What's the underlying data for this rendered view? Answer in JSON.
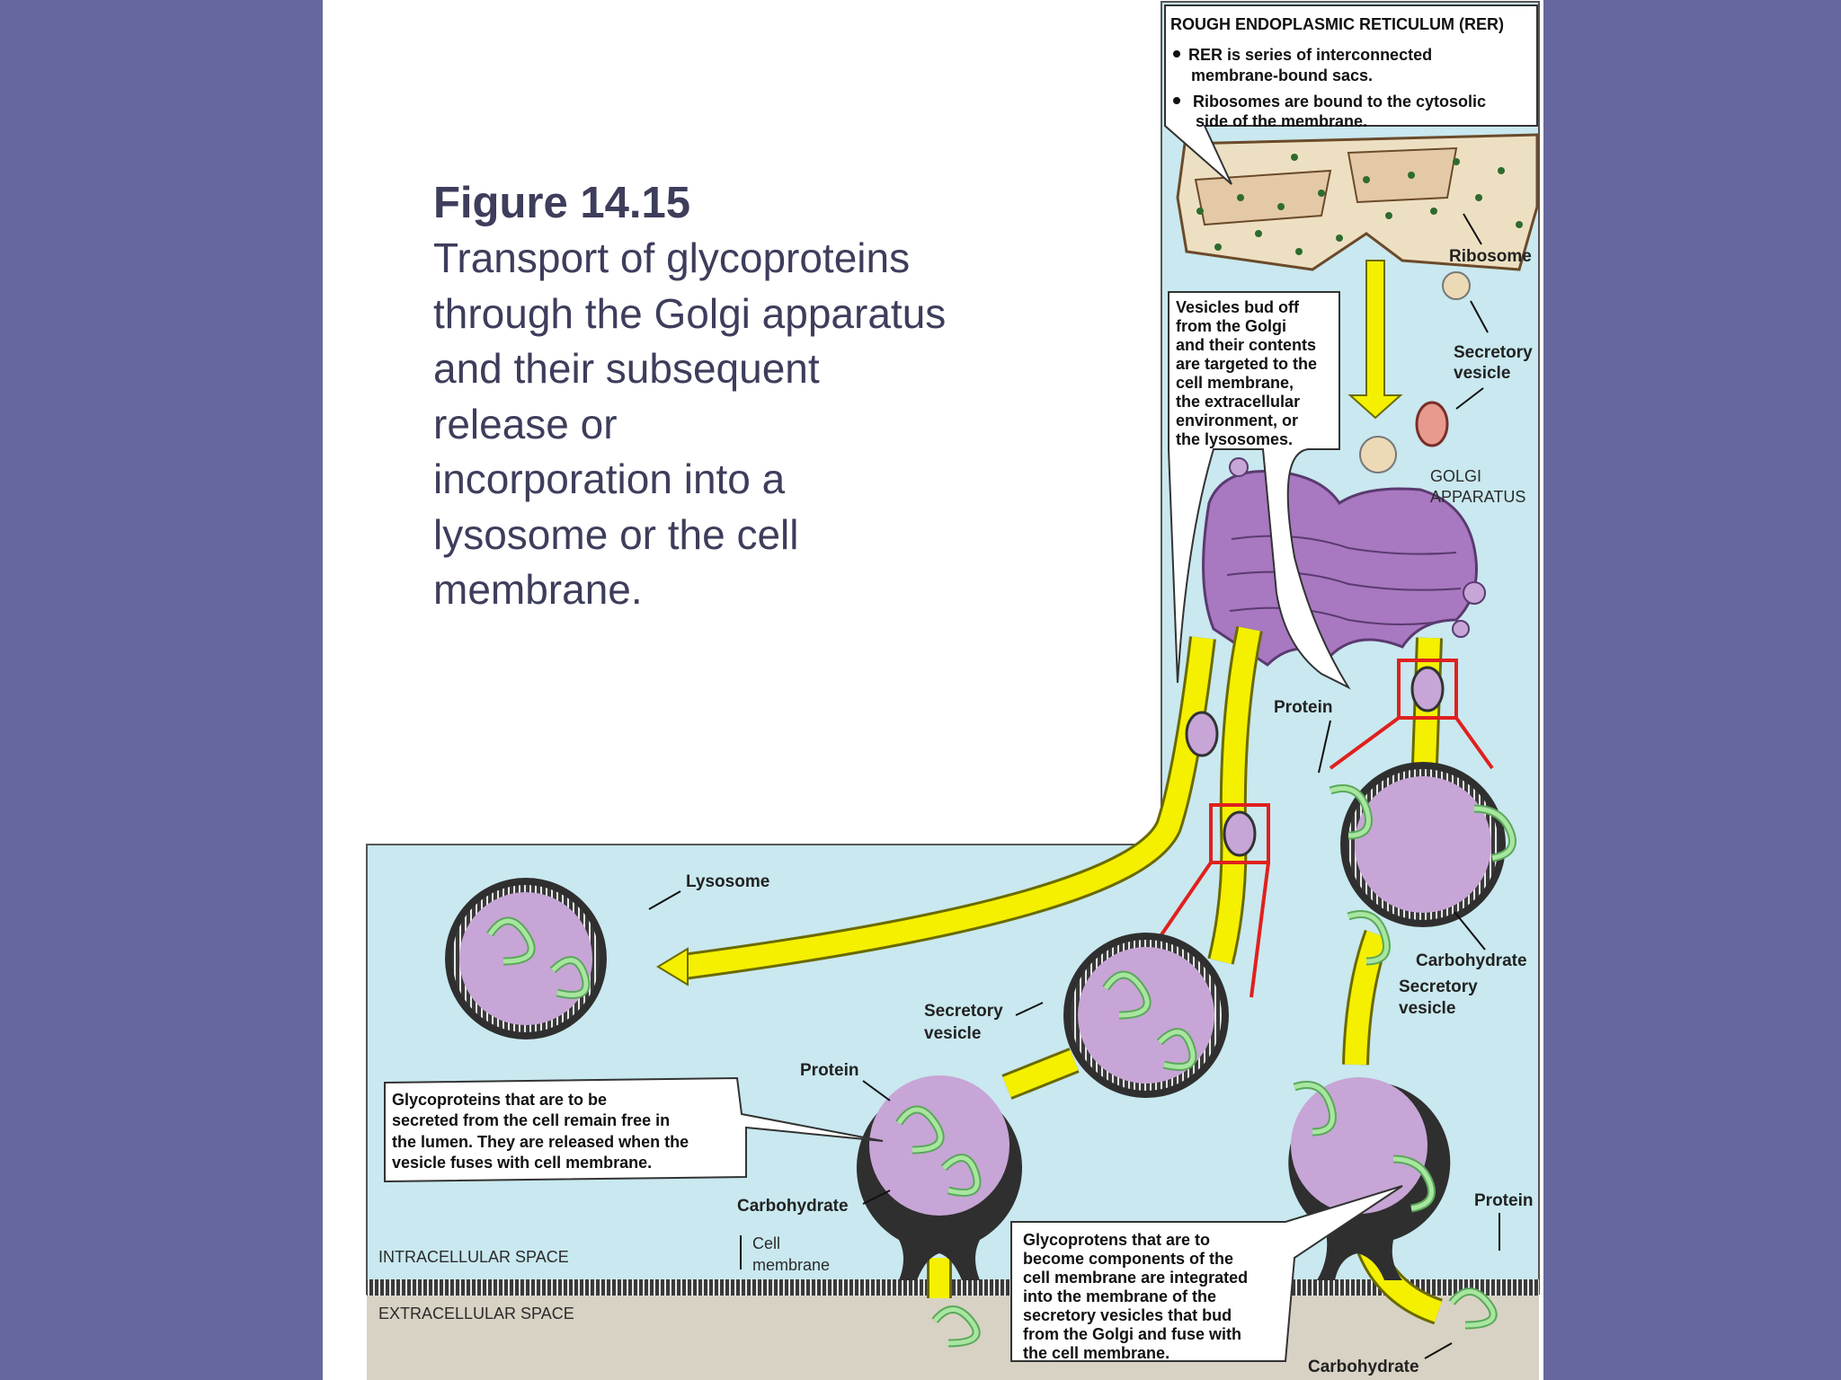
{
  "caption": {
    "figure_number": "Figure 14.15",
    "lines": [
      "Transport of glycoproteins",
      "through the Golgi apparatus",
      "and their subsequent",
      "release or",
      "incorporation into a",
      "lysosome or the cell",
      "membrane."
    ]
  },
  "rer_box": {
    "title": "ROUGH ENDOPLASMIC RETICULUM (RER)",
    "bullet1_line1": "RER is series of interconnected",
    "bullet1_line2": "membrane-bound sacs.",
    "bullet2_line1": "Ribosomes are bound to the cytosolic",
    "bullet2_line2": "side of the membrane."
  },
  "golgi_note": {
    "lines": [
      "Vesicles bud off",
      "from the Golgi",
      "and their contents",
      "are targeted to the",
      "cell membrane,",
      "the extracellular",
      "environment, or",
      "the lysosomes."
    ]
  },
  "secreted_note": {
    "lines": [
      "Glycoproteins that are to be",
      "secreted from the cell remain free in",
      "the lumen. They are released when the",
      "vesicle fuses with cell membrane."
    ]
  },
  "membrane_note": {
    "lines": [
      "Glycoprotens that are to",
      "become components of the",
      "cell membrane are integrated",
      "into the membrane of the",
      "secretory vesicles that bud",
      "from the Golgi and fuse with",
      "the cell membrane."
    ]
  },
  "labels": {
    "ribosome": "Ribosome",
    "secretory_vesicle_top_1": "Secretory",
    "secretory_vesicle_top_2": "vesicle",
    "golgi_1": "GOLGI",
    "golgi_2": "APPARATUS",
    "protein_mid": "Protein",
    "lysosome": "Lysosome",
    "carbohydrate_right": "Carbohydrate",
    "secretory_vesicle_right_1": "Secretory",
    "secretory_vesicle_right_2": "vesicle",
    "secretory_vesicle_mid_1": "Secretory",
    "secretory_vesicle_mid_2": "vesicle",
    "protein_left": "Protein",
    "carbohydrate_left": "Carbohydrate",
    "cell_membrane_1": "Cell",
    "cell_membrane_2": "membrane",
    "intracellular": "INTRACELLULAR SPACE",
    "extracellular": "EXTRACELLULAR SPACE",
    "protein_right": "Protein",
    "carbohydrate_bottom": "Carbohydrate"
  },
  "colors": {
    "background": "#6767a0",
    "panel": "#ffffff",
    "cytoplasm": "#c9e8ef",
    "extracellular": "#d8d2c4",
    "vesicle_fill": "#c7a5d6",
    "golgi": "#a878c0",
    "pathway_yellow": "#f4f000",
    "highlight_red": "#e0201e",
    "protein_green": "#a8e6a0",
    "rer_fill": "#ede0c2"
  }
}
